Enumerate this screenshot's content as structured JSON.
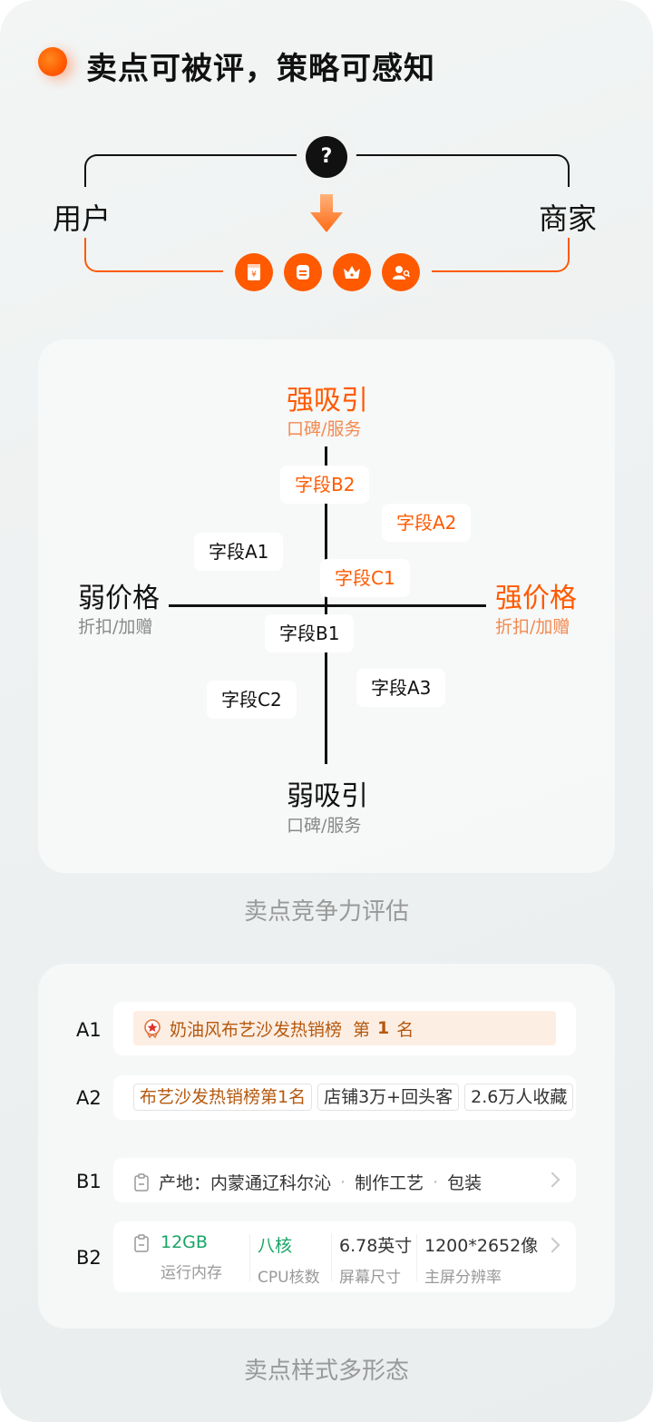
{
  "header": {
    "title": "卖点可被评，策略可感知"
  },
  "diagram": {
    "user_label": "用户",
    "merchant_label": "商家",
    "question_mark": "?",
    "icons": [
      "coupon-icon",
      "list-icon",
      "crown-icon",
      "user-service-icon"
    ],
    "accent_color": "#ff5a00"
  },
  "quadrant": {
    "top_main": "强吸引",
    "top_sub": "口碑/服务",
    "bottom_main": "弱吸引",
    "bottom_sub": "口碑/服务",
    "left_main": "弱价格",
    "left_sub": "折扣/加赠",
    "right_main": "强价格",
    "right_sub": "折扣/加赠",
    "tags": {
      "b2": "字段B2",
      "a2": "字段A2",
      "a1": "字段A1",
      "c1": "字段C1",
      "b1": "字段B1",
      "a3": "字段A3",
      "c2": "字段C2"
    },
    "caption": "卖点竞争力评估"
  },
  "samples": {
    "a1": {
      "key": "A1",
      "text": "奶油风布艺沙发热销榜",
      "rank_prefix": "第",
      "rank_num": "1",
      "rank_suffix": "名"
    },
    "a2": {
      "key": "A2",
      "tags": [
        "布艺沙发热销榜第1名",
        "店铺3万+回头客",
        "2.6万人收藏"
      ]
    },
    "b1": {
      "key": "B1",
      "items": [
        "产地：内蒙通辽科尔沁",
        "制作工艺",
        "包装"
      ],
      "sep": "·"
    },
    "b2": {
      "key": "B2",
      "specs": [
        {
          "value": "12GB",
          "label": "运行内存"
        },
        {
          "value": "八核",
          "label": "CPU核数"
        },
        {
          "value": "6.78英寸",
          "label": "屏幕尺寸"
        },
        {
          "value": "1200*2652像",
          "label": "主屏分辨率"
        }
      ]
    },
    "caption": "卖点样式多形态"
  }
}
